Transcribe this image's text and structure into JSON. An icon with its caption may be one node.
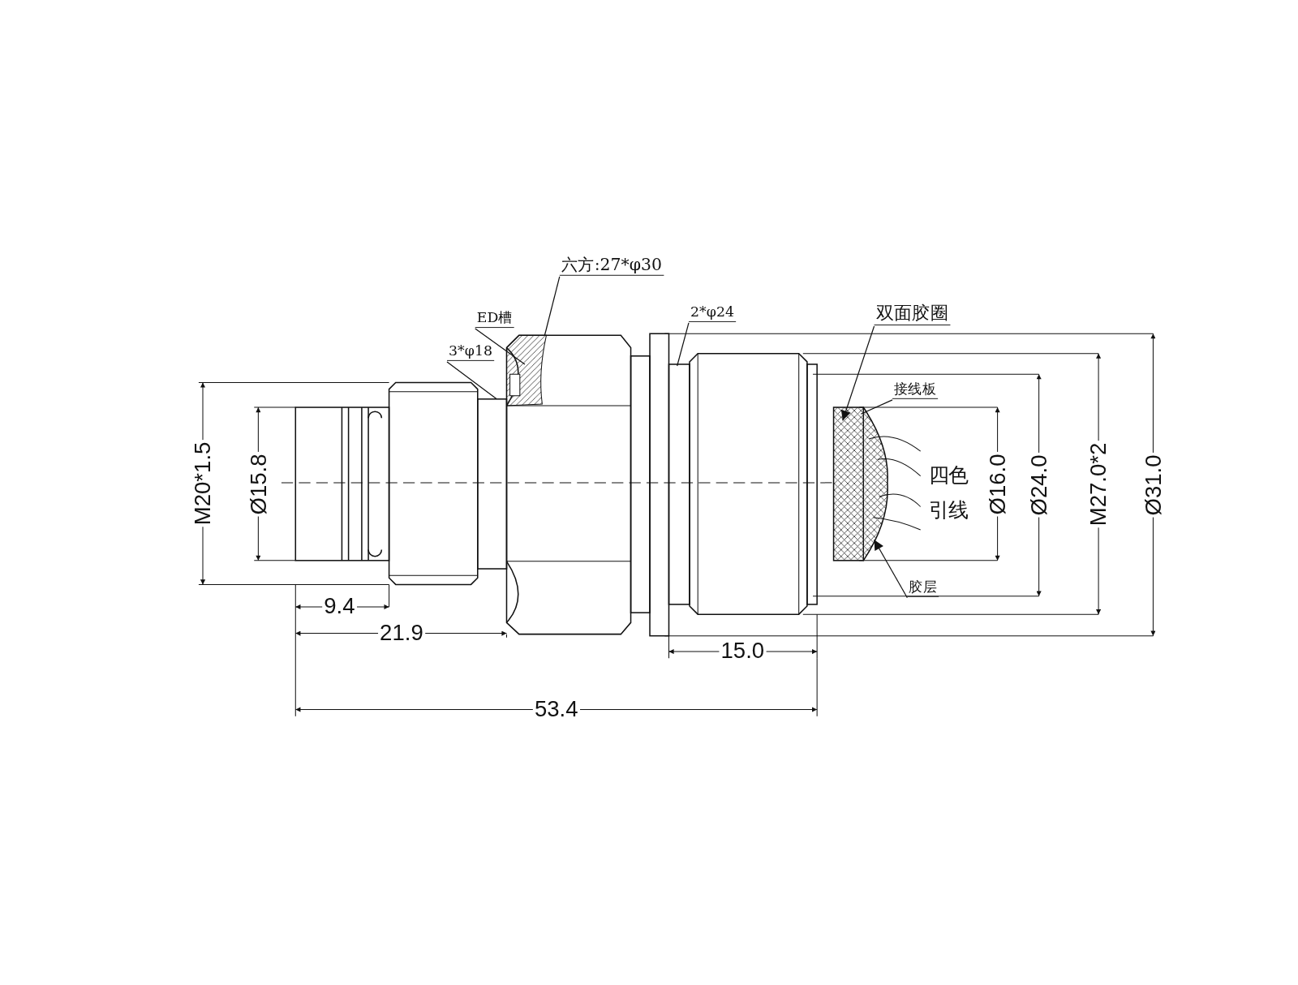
{
  "diagram": {
    "nodes": [
      {
        "text": [
          "六方:27*φ30"
        ]
      },
      {
        "text": [
          "ED槽"
        ]
      },
      {
        "text": [
          "3*φ18"
        ]
      },
      {
        "text": [
          "2*φ24"
        ]
      },
      {
        "text": [
          "双面胶圈"
        ]
      },
      {
        "text": [
          "接线板"
        ]
      },
      {
        "text": [
          "胶层"
        ]
      }
    ],
    "edges": [
      {
        "from": 0,
        "to": null,
        "arrow": "none"
      },
      {
        "from": 1,
        "to": null,
        "arrow": "none"
      },
      {
        "from": 2,
        "to": null,
        "arrow": "none"
      },
      {
        "from": 3,
        "to": null,
        "arrow": "none"
      },
      {
        "from": 4,
        "to": null,
        "arrow": "to"
      },
      {
        "from": 5,
        "to": null,
        "arrow": "none"
      },
      {
        "from": 6,
        "to": null,
        "arrow": "to"
      }
    ],
    "labels": [
      "M20*1.5",
      "Ø15.8",
      "四色引线",
      "Ø16.0",
      "Ø24.0",
      "M27.0*2",
      "Ø31.0",
      "9.4",
      "21.9",
      "15.0",
      "53.4"
    ]
  }
}
